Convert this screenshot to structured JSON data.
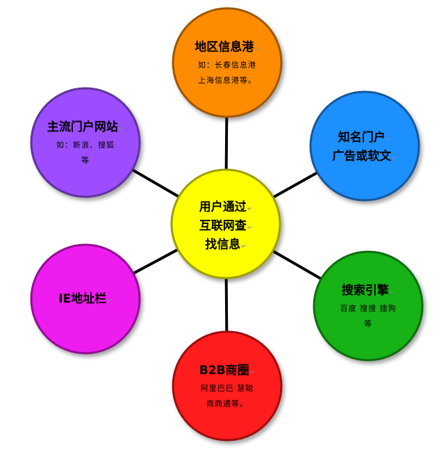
{
  "center": {
    "lines": [
      "用户通过",
      "互联网查",
      "找信息"
    ],
    "color": "#ffff00"
  },
  "nodes": [
    {
      "id": "regional-portal",
      "title": [
        "地区信息港"
      ],
      "sub": [
        "如：长春信息港",
        "上海信息港等。"
      ],
      "color": "#ff8c00"
    },
    {
      "id": "famous-portal-ads",
      "title": [
        "知名门户",
        "广告或软文"
      ],
      "sub": [],
      "color": "#1e90ff"
    },
    {
      "id": "search-engine",
      "title": [
        "搜索引擎"
      ],
      "sub": [
        "百度 搜搜 搜狗",
        "等"
      ],
      "color": "#18b218"
    },
    {
      "id": "b2b-business",
      "title": [
        "B2B商圈"
      ],
      "sub": [
        "阿里巴巴 慧聪",
        "商商通等。"
      ],
      "color": "#ff1a1a"
    },
    {
      "id": "ie-address-bar",
      "title": [
        "IE地址栏"
      ],
      "sub": [],
      "color": "#ee1cee"
    },
    {
      "id": "mainstream-portal",
      "title": [
        "主流门户网站"
      ],
      "sub": [
        "如：新浪、搜狐",
        "等"
      ],
      "color": "#9b4dff"
    }
  ],
  "edit_mark": "↵"
}
